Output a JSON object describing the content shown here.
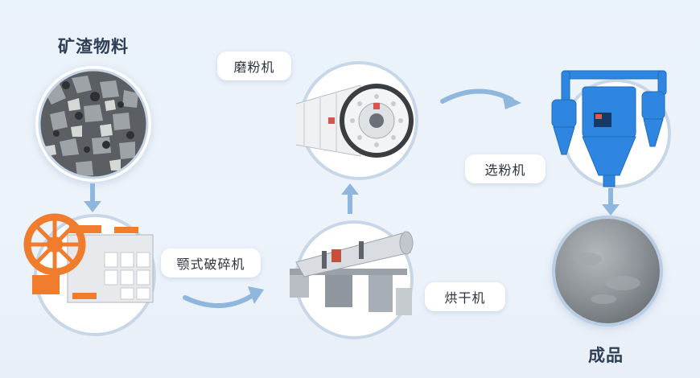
{
  "labels": {
    "raw_material": "矿渣物料",
    "finished_product": "成品",
    "mill": "磨粉机",
    "jaw_crusher": "颚式破碎机",
    "separator": "选粉机",
    "dryer": "烘干机"
  },
  "colors": {
    "background": "#ecf2f9",
    "arrow": "#8fb6dc",
    "ring": "#b9cde3",
    "crusher_accent": "#f07d2e",
    "separator_blue": "#2f86e0"
  }
}
